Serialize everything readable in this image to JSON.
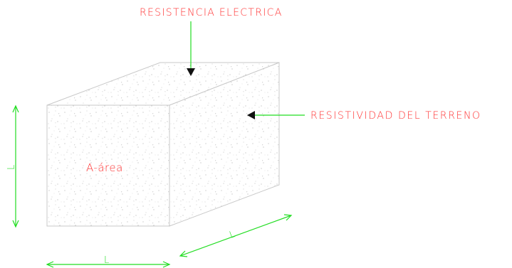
{
  "colors": {
    "label": "#ff3333",
    "dimension": "#22dd22",
    "edge": "#c8c8c8",
    "arrowhead": "#111111"
  },
  "labels": {
    "top": "RESISTENCIA ELECTRICA",
    "right": "RESISTIVIDAD DEL TERRENO",
    "front_face": "A-área"
  },
  "dimensions": {
    "vertical": "L",
    "bottom": "L",
    "diagonal": "L"
  }
}
